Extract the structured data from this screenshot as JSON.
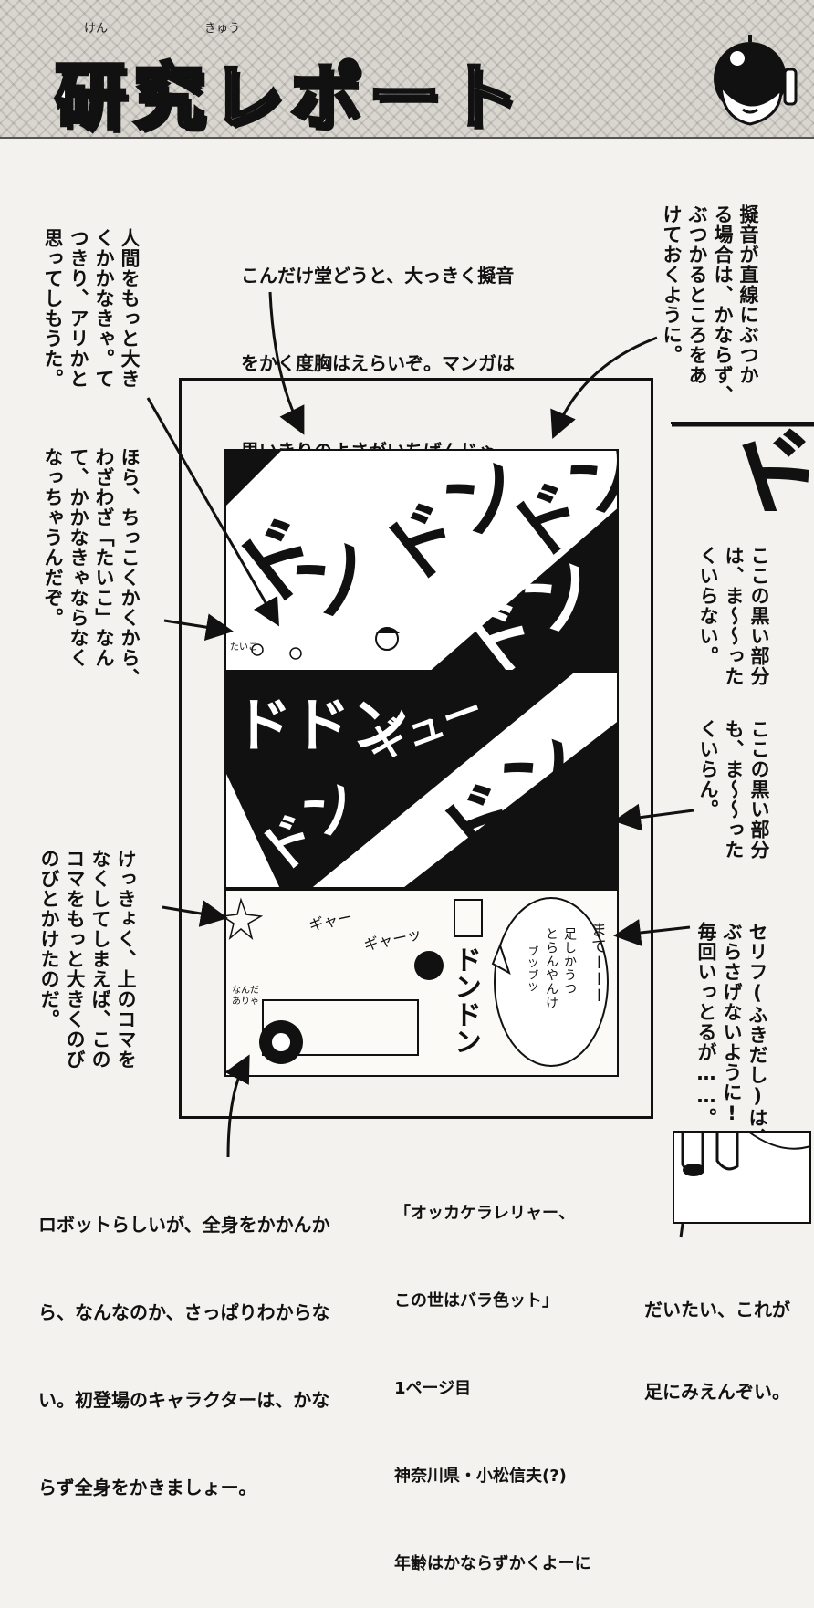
{
  "header": {
    "title": "研究レポート",
    "ruby_ken": "けん",
    "ruby_kyuu": "きゅう",
    "mascot_icon": "helmet-character-icon"
  },
  "notes": {
    "top_center_1": "こんだけ堂どうと、大っきく擬音",
    "top_center_2": "をかく度胸はえらいぞ。マンガは",
    "top_center_3": "思いきりのよさがいちばんじゃ。",
    "top_right": "擬音が直線にぶつか\nる場合は、かならず、\nぶつかるところをあ\nけておくように。",
    "left_1": "人間をもっと大き\nくかかなきゃ。て\nつきり、アリかと\n思ってしもうた。",
    "left_2": "ほら、ちっこくかくから、\nわざわざ「たいこ」なん\nて、かかなきゃならなく\nなっちゃうんだぞ。",
    "right_mid_1": "ここの黒い部分\nは、ま〜〜った\nくいらない。",
    "right_mid_2": "ここの黒い部分\nも、ま〜〜った\nくいらん。",
    "left_3": "けっきょく、上のコマを\nなくしてしまえば、この\nコマをもっと大きくのび\nのびとかけたのだ。",
    "right_low": "セリフ(ふきだし)は、\nぶらさげないように!\n毎回いっとるが……。",
    "bottom_left_1": "ロボットらしいが、全身をかかんか",
    "bottom_left_2": "ら、なんなのか、さっぱりわからな",
    "bottom_left_3": "い。初登場のキャラクターは、かな",
    "bottom_left_4": "らず全身をかきましょー。",
    "credit_1": "「オッカケラレリャー、",
    "credit_2": "この世はバラ色ット」",
    "credit_3": "1ページ目",
    "credit_4": "神奈川県・小松信夫(?)",
    "credit_5": "年齢はかならずかくよーに",
    "bottom_right_1": "だいたい、これが",
    "bottom_right_2": "足にみえんぞい。"
  },
  "comic": {
    "p1_sfx_a": "ド",
    "p1_sfx_b": "ン",
    "p1_sfx_c": "ドン",
    "p1_small": "たいこ",
    "p2_sfx_a": "ドドン",
    "p2_sfx_b": "ギュー",
    "p2_sfx_c": "ドン",
    "p2_sfx_d": "ギャ",
    "p3_speech_1": "まてーーー",
    "p3_speech_2": "足しかうつ",
    "p3_speech_3": "とらんやんけ",
    "p3_speech_4": "ブツブツ",
    "p3_sfx_1": "ギャー",
    "p3_sfx_2": "ギャーッ",
    "p3_sfx_3": "ドンドン",
    "p3_small_1": "なんだ",
    "p3_small_2": "ありゃ",
    "side_sfx": "ド"
  }
}
